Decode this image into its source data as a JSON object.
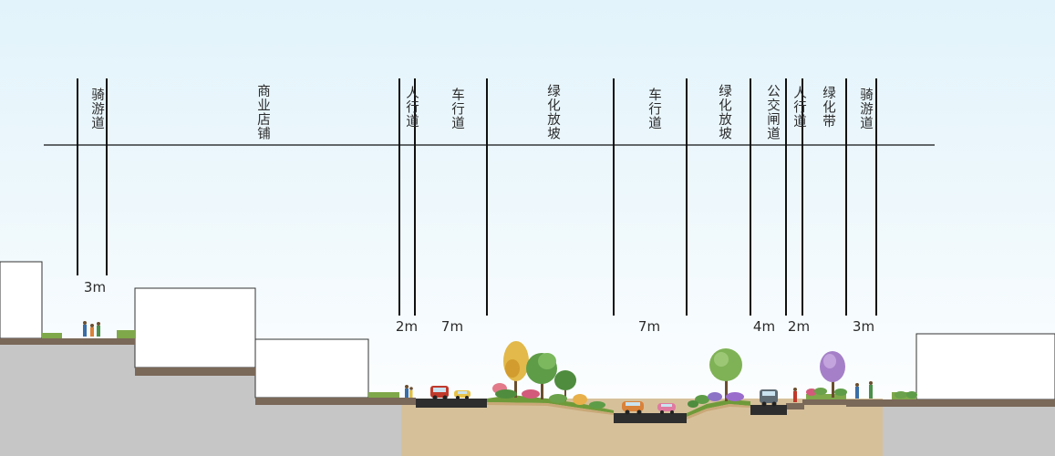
{
  "zones": [
    {
      "id": "cycle-left",
      "label": "骑游道"
    },
    {
      "id": "shops",
      "label": "商业店铺"
    },
    {
      "id": "sidewalk-left",
      "label": "人行道"
    },
    {
      "id": "carriageway-left",
      "label": "车行道"
    },
    {
      "id": "green-slope-left",
      "label": "绿化放坡"
    },
    {
      "id": "carriageway-right",
      "label": "车行道"
    },
    {
      "id": "green-slope-right",
      "label": "绿化放坡"
    },
    {
      "id": "bus-lane",
      "label": "公交闸道"
    },
    {
      "id": "sidewalk-right",
      "label": "人行道"
    },
    {
      "id": "green-belt",
      "label": "绿化带"
    },
    {
      "id": "cycle-right",
      "label": "骑游道"
    }
  ],
  "dimensions": [
    {
      "id": "cycle-left",
      "text": "3m"
    },
    {
      "id": "sidewalk-left",
      "text": "2m"
    },
    {
      "id": "carriageway-left",
      "text": "7m"
    },
    {
      "id": "carriageway-right",
      "text": "7m"
    },
    {
      "id": "bus-lane",
      "text": "4m"
    },
    {
      "id": "sidewalk-right",
      "text": "2m"
    },
    {
      "id": "cycle-right",
      "text": "3m"
    }
  ],
  "colors": {
    "ground": "#c6c6c6",
    "soil": "#d6c09a",
    "road": "#2e2e2e",
    "slab": "#7a6858",
    "building": "#ffffff",
    "line": "#111111"
  }
}
